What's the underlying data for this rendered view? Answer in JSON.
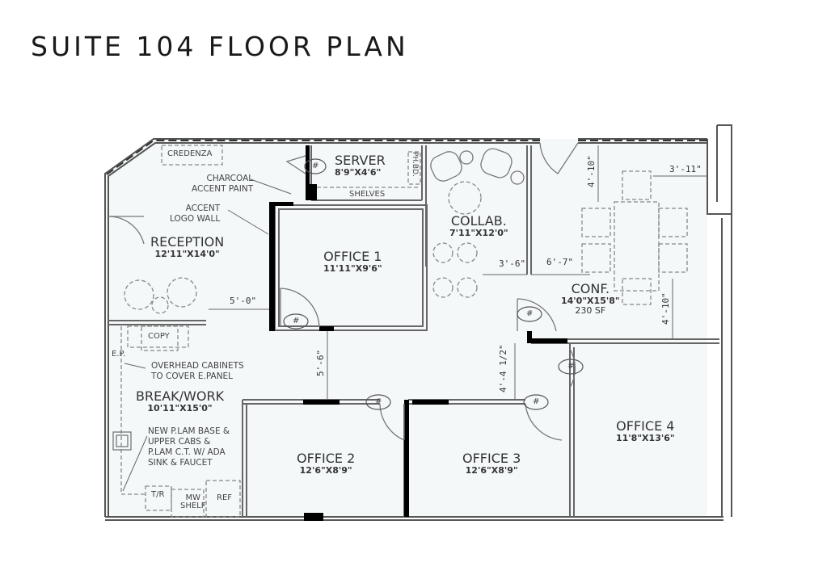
{
  "title": "SUITE 104 FLOOR PLAN",
  "colors": {
    "floor_fill": "#f4f8f9",
    "wall": "#666666",
    "accent_wall": "#000000",
    "text": "#333333"
  },
  "rooms": {
    "reception": {
      "name": "RECEPTION",
      "dim": "12'11\"X14'0\""
    },
    "server": {
      "name": "SERVER",
      "dim": "8'9\"X4'6\""
    },
    "office1": {
      "name": "OFFICE 1",
      "dim": "11'11\"X9'6\""
    },
    "collab": {
      "name": "COLLAB.",
      "dim": "7'11\"X12'0\""
    },
    "conf": {
      "name": "CONF.",
      "dim": "14'0\"X15'8\"",
      "area": "230 SF"
    },
    "breakwork": {
      "name": "BREAK/WORK",
      "dim": "10'11\"X15'0\""
    },
    "office2": {
      "name": "OFFICE 2",
      "dim": "12'6\"X8'9\""
    },
    "office3": {
      "name": "OFFICE 3",
      "dim": "12'6\"X8'9\""
    },
    "office4": {
      "name": "OFFICE 4",
      "dim": "11'8\"X13'6\""
    }
  },
  "fixtures": {
    "credenza": "CREDENZA",
    "shelves": "SHELVES",
    "ph_bd": "PH.BD.",
    "copy": "COPY",
    "ep": "E.P.",
    "tr": "T/R",
    "mw_shelf_1": "MW",
    "mw_shelf_2": "SHELF",
    "ref": "REF",
    "door_tag": "#"
  },
  "notes": {
    "charcoal_1": "CHARCOAL",
    "charcoal_2": "ACCENT PAINT",
    "accent_1": "ACCENT",
    "accent_2": "LOGO WALL",
    "overhead_1": "OVERHEAD CABINETS",
    "overhead_2": "TO COVER E.PANEL",
    "plam_1": "NEW P.LAM BASE &",
    "plam_2": "UPPER CABS &",
    "plam_3": "P.LAM C.T. W/ ADA",
    "plam_4": "SINK & FAUCET"
  },
  "dimensions": {
    "reception_clear": "5'-0\"",
    "collab_clear": "3'-6\"",
    "conf_left": "6'-7\"",
    "conf_top": "4'-10\"",
    "conf_right_top": "3'-11\"",
    "conf_right": "4'-10\"",
    "corridor_left": "5'-6\"",
    "corridor_right": "4'-4 1/2\""
  }
}
